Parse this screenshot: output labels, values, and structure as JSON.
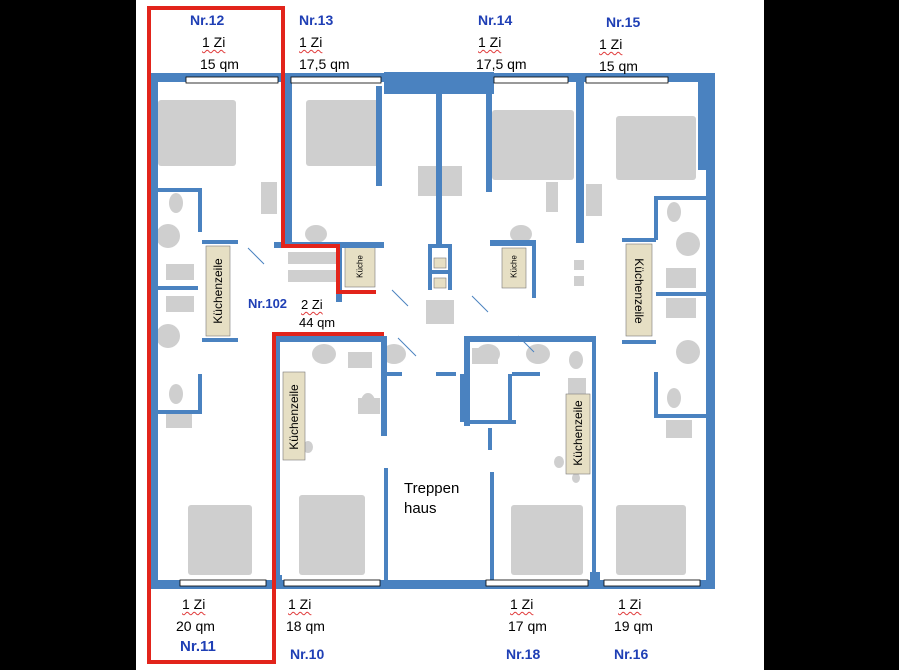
{
  "colors": {
    "wall": "#4a82c0",
    "wall_dark": "#1f4f8f",
    "highlight": "#e2241b",
    "unit_number": "#1f3fb5",
    "kitchen_fill": "#e6dfc4",
    "furniture": "#cfcfcf",
    "background": "#000000",
    "plan_bg": "#ffffff"
  },
  "units": {
    "nr12": {
      "number": "Nr.12",
      "rooms": "1 Zi",
      "area": "15 qm"
    },
    "nr13": {
      "number": "Nr.13",
      "rooms": "1 Zi",
      "area": "17,5 qm"
    },
    "nr14": {
      "number": "Nr.14",
      "rooms": "1 Zi",
      "area": "17,5 qm"
    },
    "nr15": {
      "number": "Nr.15",
      "rooms": "1 Zi",
      "area": "15 qm"
    },
    "nr102": {
      "number": "Nr.102",
      "rooms": "2 Zi",
      "area": "44 qm"
    },
    "nr11": {
      "number": "Nr.11",
      "rooms": "1 Zi",
      "area": "20 qm"
    },
    "nr10": {
      "number": "Nr.10",
      "rooms": "1 Zi",
      "area": "18 qm"
    },
    "nr18": {
      "number": "Nr.18",
      "rooms": "1 Zi",
      "area": "17 qm"
    },
    "nr16": {
      "number": "Nr.16",
      "rooms": "1 Zi",
      "area": "19 qm"
    }
  },
  "labels": {
    "kuechenzeile": "Küchenzeile",
    "kueche": "Küche",
    "stairwell_line1": "Treppen",
    "stairwell_line2": "haus"
  }
}
